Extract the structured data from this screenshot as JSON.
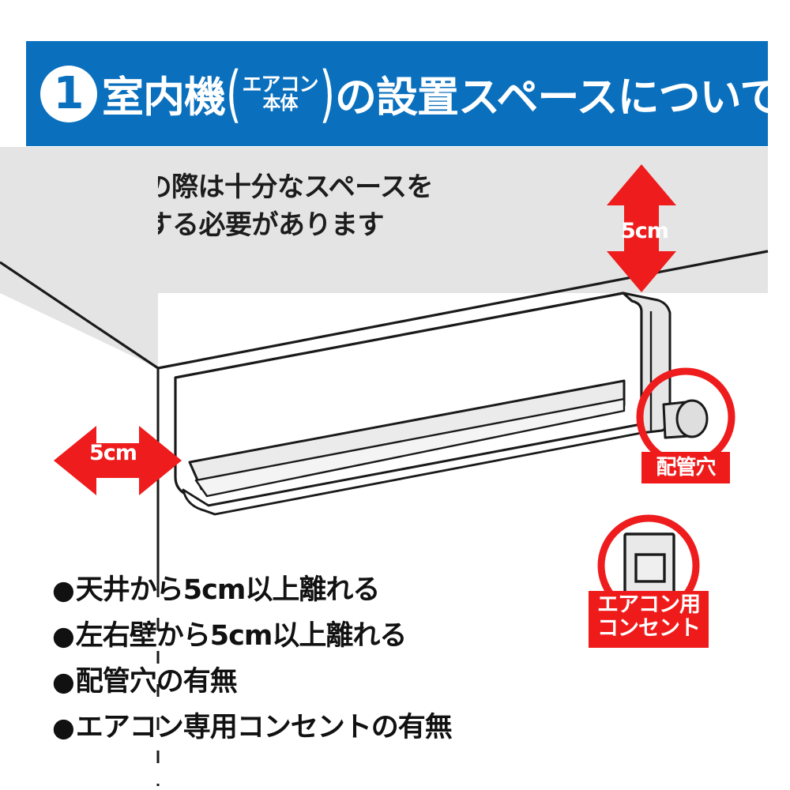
{
  "header": {
    "number": "1",
    "title_main_a": "室内機",
    "ruby_top": "エアコン",
    "ruby_bottom": "本体",
    "title_main_b": "の設置スペースについて",
    "paren_open": "(",
    "paren_close": ")",
    "background_color": "#0a70be",
    "text_color": "#ffffff"
  },
  "note": {
    "text": "※設置の際は十分なスペースを\n　確保する必要があります"
  },
  "diagram": {
    "ceiling_color": "#e4e4e4",
    "unit_body_color": "#ffffff",
    "unit_shade_color": "#e8e8e8",
    "outline_color": "#1a1a1a",
    "accent_red": "#ee1c1c",
    "gap_top": {
      "label": "5cm",
      "icon": "double-arrow-vertical-icon"
    },
    "gap_left": {
      "label": "5cm",
      "icon": "double-arrow-horizontal-icon"
    },
    "callouts": [
      {
        "name": "pipe-hole",
        "label": "配管穴",
        "icon": "circle-highlight-icon"
      },
      {
        "name": "outlet",
        "label_line1": "エアコン用",
        "label_line2": "コンセント",
        "icon": "circle-highlight-icon"
      }
    ]
  },
  "bullets": {
    "marker": "●",
    "items": [
      "天井から5cm以上離れる",
      "左右壁から5cm以上離れる",
      "配管穴の有無",
      "エアコン専用コンセントの有無"
    ]
  }
}
